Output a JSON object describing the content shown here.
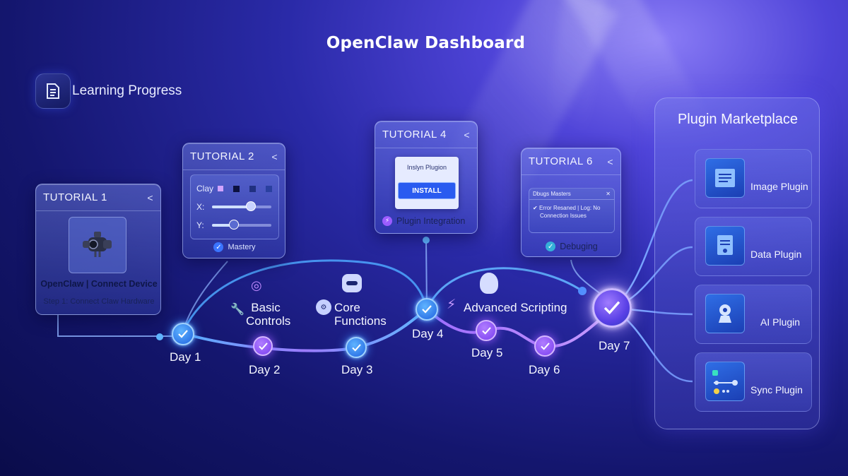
{
  "header": {
    "title": "OpenClaw Dashboard"
  },
  "progress": {
    "label": "Learning Progress"
  },
  "tutorial1": {
    "title": "TUTORIAL 1",
    "caption": "OpenClaw | Connect Device",
    "subcaption": "Step 1: Connect Claw Hardware"
  },
  "tutorial2": {
    "title": "TUTORIAL 2",
    "row1": "Clay",
    "row2": "X:",
    "row3": "Y:",
    "footer": "Mastery"
  },
  "tutorial4": {
    "title": "TUTORIAL 4",
    "dialog_title": "Inslyn Plugion",
    "install_label": "INSTALL",
    "footer": "Plugin Integration"
  },
  "tutorial6": {
    "title": "TUTORIAL 6",
    "window_title": "Dbugs Masters",
    "log_line1": "Error Resaned | Log: No",
    "log_line2": "Connection Issues",
    "footer": "Debuging"
  },
  "timeline": {
    "days": [
      "Day 1",
      "Day 2",
      "Day 3",
      "Day 4",
      "Day 5",
      "Day 6",
      "Day 7"
    ],
    "steps": {
      "basic_controls": "Basic Controls",
      "core_functions": "Core Functions",
      "advanced_scripting": "Advanced Scripting"
    }
  },
  "marketplace": {
    "title": "Plugin Marketplace",
    "plugins": [
      {
        "label": "Image Plugin",
        "icon": "image-icon"
      },
      {
        "label": "Data Plugin",
        "icon": "data-icon"
      },
      {
        "label": "AI Plugin",
        "icon": "ai-icon"
      },
      {
        "label": "Sync Plugin",
        "icon": "sync-icon"
      }
    ]
  },
  "colors": {
    "accent_blue": "#3d8dff",
    "accent_purple": "#9a5cff",
    "install_button": "#2a5bf0"
  }
}
